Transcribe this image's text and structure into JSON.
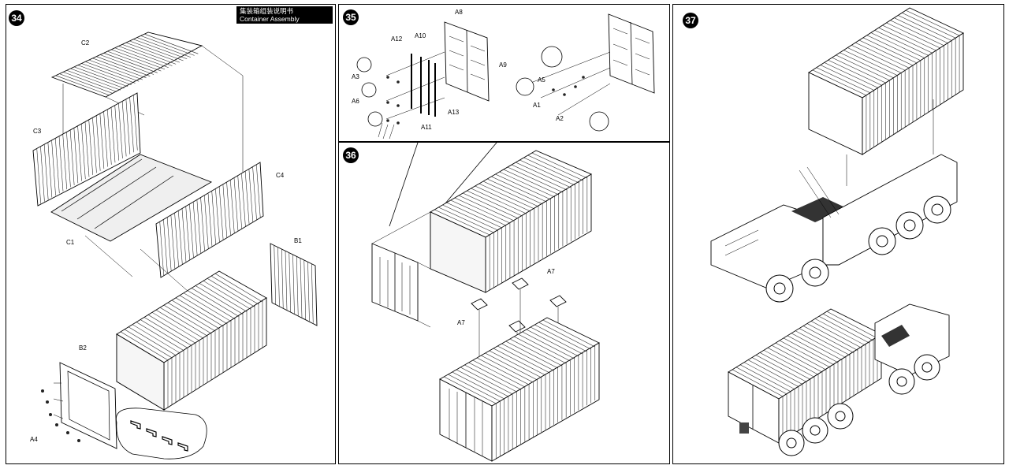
{
  "header": {
    "title_cn": "集装箱组装说明书",
    "title_en": "Container Assembly Instructions"
  },
  "steps": [
    {
      "number": "34",
      "labels": [
        "C2",
        "C3",
        "C4",
        "C1",
        "B1",
        "B2",
        "A4"
      ]
    },
    {
      "number": "35",
      "labels": [
        "A8",
        "A12",
        "A10",
        "A9",
        "A3",
        "A6",
        "A11",
        "A13",
        "A5",
        "A1",
        "A2"
      ]
    },
    {
      "number": "36",
      "labels": [
        "A7",
        "A7"
      ]
    },
    {
      "number": "37",
      "labels": []
    }
  ],
  "colors": {
    "ink": "#000000",
    "paper": "#ffffff"
  }
}
